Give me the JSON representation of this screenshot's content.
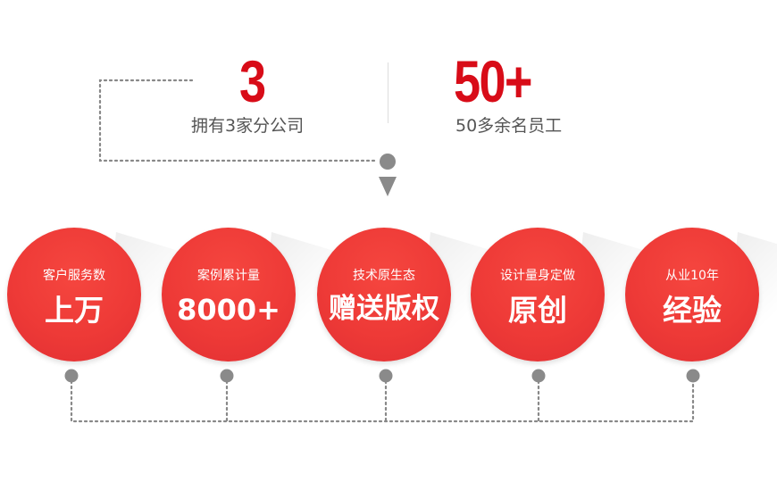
{
  "stats": {
    "left": {
      "number": "3",
      "label": "拥有3家分公司"
    },
    "right": {
      "number": "50+",
      "label": "50多余名员工"
    }
  },
  "circles": [
    {
      "caption": "客户服务数",
      "value": "上万"
    },
    {
      "caption": "案例累计量",
      "value": "8000+"
    },
    {
      "caption": "技术原生态",
      "value": "赠送版权"
    },
    {
      "caption": "设计量身定做",
      "value": "原创"
    },
    {
      "caption": "从业10年",
      "value": "经验"
    }
  ],
  "colors": {
    "accent_red": "#d80c18",
    "circle_red": "#ee3a37",
    "connector_gray": "#999999",
    "label_gray": "#555555"
  }
}
